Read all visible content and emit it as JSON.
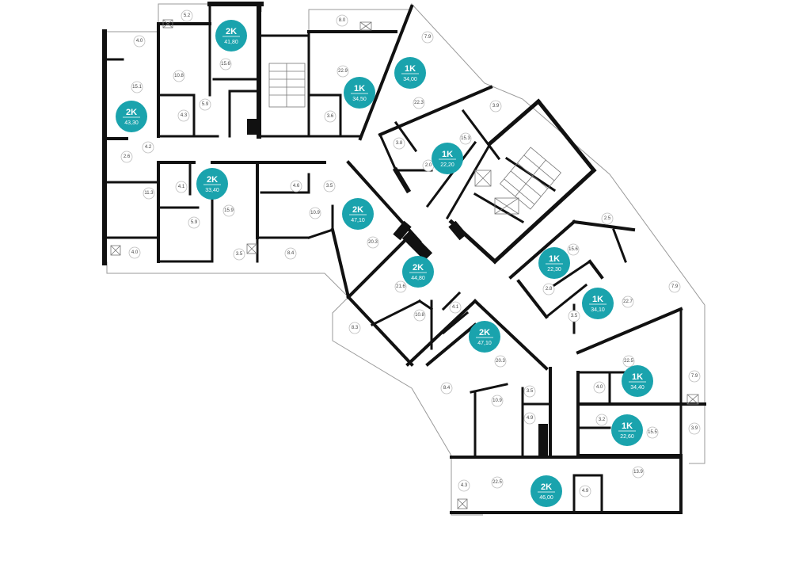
{
  "apartments": [
    {
      "id": "a01",
      "type": "2K",
      "area": "41,80"
    },
    {
      "id": "a02",
      "type": "2K",
      "area": "43,30"
    },
    {
      "id": "a03",
      "type": "1K",
      "area": "34,50"
    },
    {
      "id": "a04",
      "type": "1K",
      "area": "34,00"
    },
    {
      "id": "a05",
      "type": "1K",
      "area": "22,20"
    },
    {
      "id": "a06",
      "type": "2K",
      "area": "33,40"
    },
    {
      "id": "a07",
      "type": "2K",
      "area": "47,10"
    },
    {
      "id": "a08",
      "type": "2K",
      "area": "44,80"
    },
    {
      "id": "a09",
      "type": "1K",
      "area": "22,30"
    },
    {
      "id": "a10",
      "type": "1K",
      "area": "34,10"
    },
    {
      "id": "a11",
      "type": "2K",
      "area": "47,10"
    },
    {
      "id": "a12",
      "type": "1K",
      "area": "34,40"
    },
    {
      "id": "a13",
      "type": "1K",
      "area": "22,60"
    },
    {
      "id": "a14",
      "type": "2K",
      "area": "46,00"
    }
  ],
  "rooms": [
    "5.2",
    "4.0",
    "8.0",
    "7.9",
    "15.1",
    "10.8",
    "15.6",
    "22.9",
    "5.9",
    "4.3",
    "3.6",
    "22.3",
    "3.9",
    "3.8",
    "15.3",
    "4.2",
    "2.6",
    "2.0",
    "4.1",
    "15.9",
    "4.6",
    "3.5",
    "11.3",
    "10.9",
    "5.9",
    "2.5",
    "4.0",
    "3.5",
    "8.4",
    "20.3",
    "15.6",
    "7.9",
    "21.6",
    "2.8",
    "22.7",
    "10.8",
    "4.1",
    "3.5",
    "8.3",
    "22.5",
    "20.3",
    "8.4",
    "4.0",
    "7.9",
    "10.9",
    "3.5",
    "4.9",
    "3.2",
    "15.5",
    "3.9",
    "13.9",
    "4.3",
    "22.5",
    "4.9"
  ]
}
